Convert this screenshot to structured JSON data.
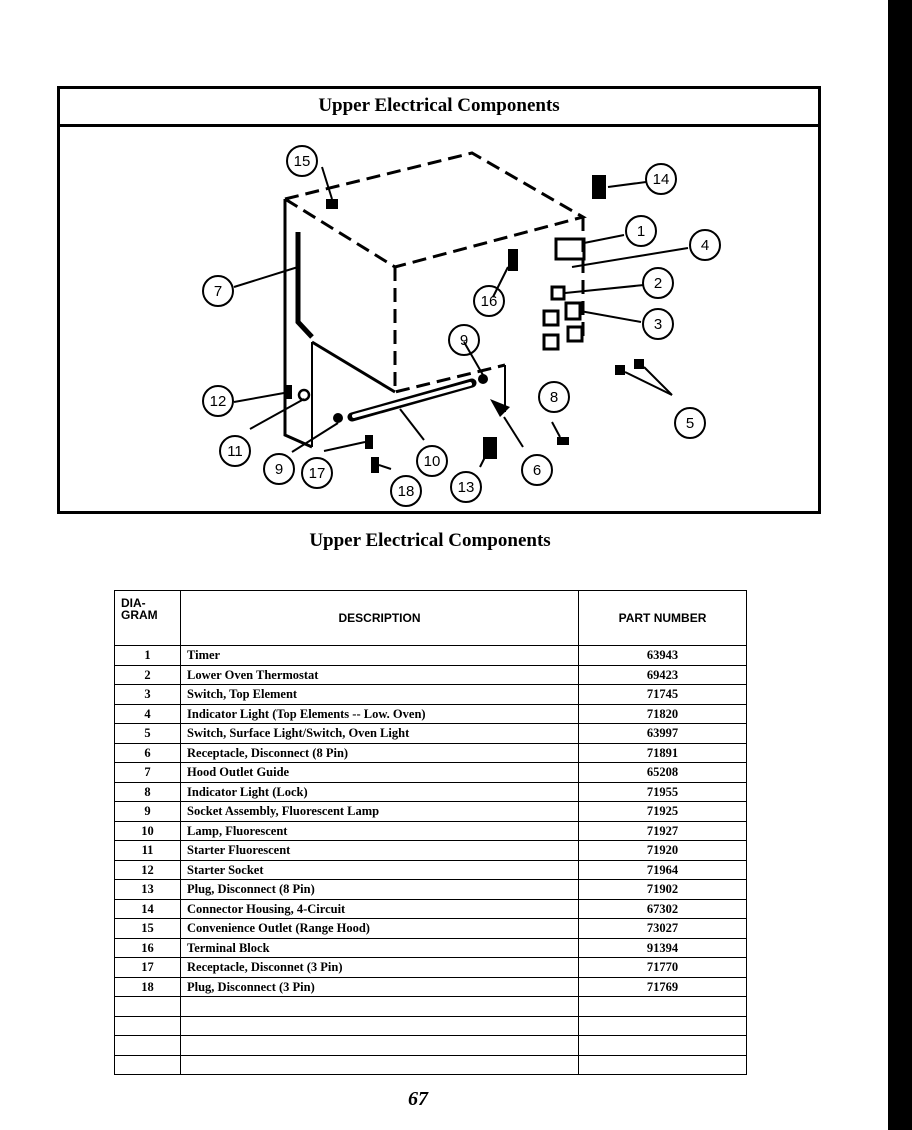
{
  "diagram": {
    "title": "Upper Electrical Components",
    "callouts": [
      "1",
      "2",
      "3",
      "4",
      "5",
      "6",
      "7",
      "8",
      "9",
      "9",
      "10",
      "11",
      "12",
      "13",
      "14",
      "15",
      "16",
      "17",
      "18"
    ]
  },
  "caption": "Upper Electrical Components",
  "table": {
    "headers": {
      "diagram_line1": "DIA-",
      "diagram_line2": "GRAM",
      "description": "DESCRIPTION",
      "part_number": "PART NUMBER"
    },
    "rows": [
      {
        "num": "1",
        "desc": "Timer",
        "part": "63943"
      },
      {
        "num": "2",
        "desc": "Lower Oven Thermostat",
        "part": "69423"
      },
      {
        "num": "3",
        "desc": "Switch, Top Element",
        "part": "71745"
      },
      {
        "num": "4",
        "desc": "Indicator Light (Top Elements -- Low. Oven)",
        "part": "71820"
      },
      {
        "num": "5",
        "desc": "Switch, Surface Light/Switch, Oven Light",
        "part": "63997"
      },
      {
        "num": "6",
        "desc": "Receptacle, Disconnect (8 Pin)",
        "part": "71891"
      },
      {
        "num": "7",
        "desc": "Hood Outlet Guide",
        "part": "65208"
      },
      {
        "num": "8",
        "desc": "Indicator Light (Lock)",
        "part": "71955"
      },
      {
        "num": "9",
        "desc": "Socket Assembly, Fluorescent Lamp",
        "part": "71925"
      },
      {
        "num": "10",
        "desc": "Lamp, Fluorescent",
        "part": "71927"
      },
      {
        "num": "11",
        "desc": "Starter Fluorescent",
        "part": "71920"
      },
      {
        "num": "12",
        "desc": "Starter Socket",
        "part": "71964"
      },
      {
        "num": "13",
        "desc": "Plug, Disconnect (8 Pin)",
        "part": "71902"
      },
      {
        "num": "14",
        "desc": "Connector Housing, 4-Circuit",
        "part": "67302"
      },
      {
        "num": "15",
        "desc": "Convenience Outlet (Range Hood)",
        "part": "73027"
      },
      {
        "num": "16",
        "desc": "Terminal Block",
        "part": "91394"
      },
      {
        "num": "17",
        "desc": "Receptacle, Disconnet (3 Pin)",
        "part": "71770"
      },
      {
        "num": "18",
        "desc": "Plug, Disconnect (3 Pin)",
        "part": "71769"
      },
      {
        "num": "",
        "desc": "",
        "part": ""
      },
      {
        "num": "",
        "desc": "",
        "part": ""
      },
      {
        "num": "",
        "desc": "",
        "part": ""
      },
      {
        "num": "",
        "desc": "",
        "part": ""
      }
    ]
  },
  "page_number": "67"
}
